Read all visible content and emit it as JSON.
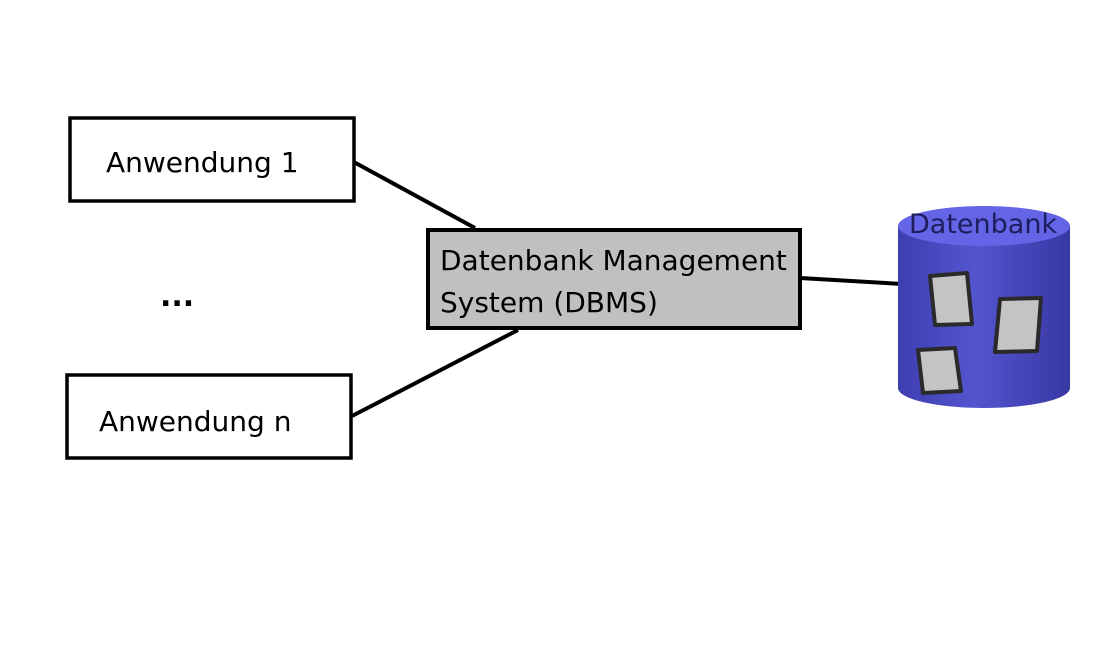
{
  "diagram": {
    "app1": {
      "label": "Anwendung 1"
    },
    "ellipsis": {
      "label": "..."
    },
    "appn": {
      "label": "Anwendung n"
    },
    "dbms": {
      "line1": "Datenbank Management",
      "line2": "System (DBMS)"
    },
    "database": {
      "label": "Datenbank"
    }
  },
  "colors": {
    "dbms_fill": "#c0c0c0",
    "db_body": "#4d4dc8",
    "db_top": "#6464e6",
    "record_fill": "#c4c4c4",
    "stroke": "#000000"
  }
}
